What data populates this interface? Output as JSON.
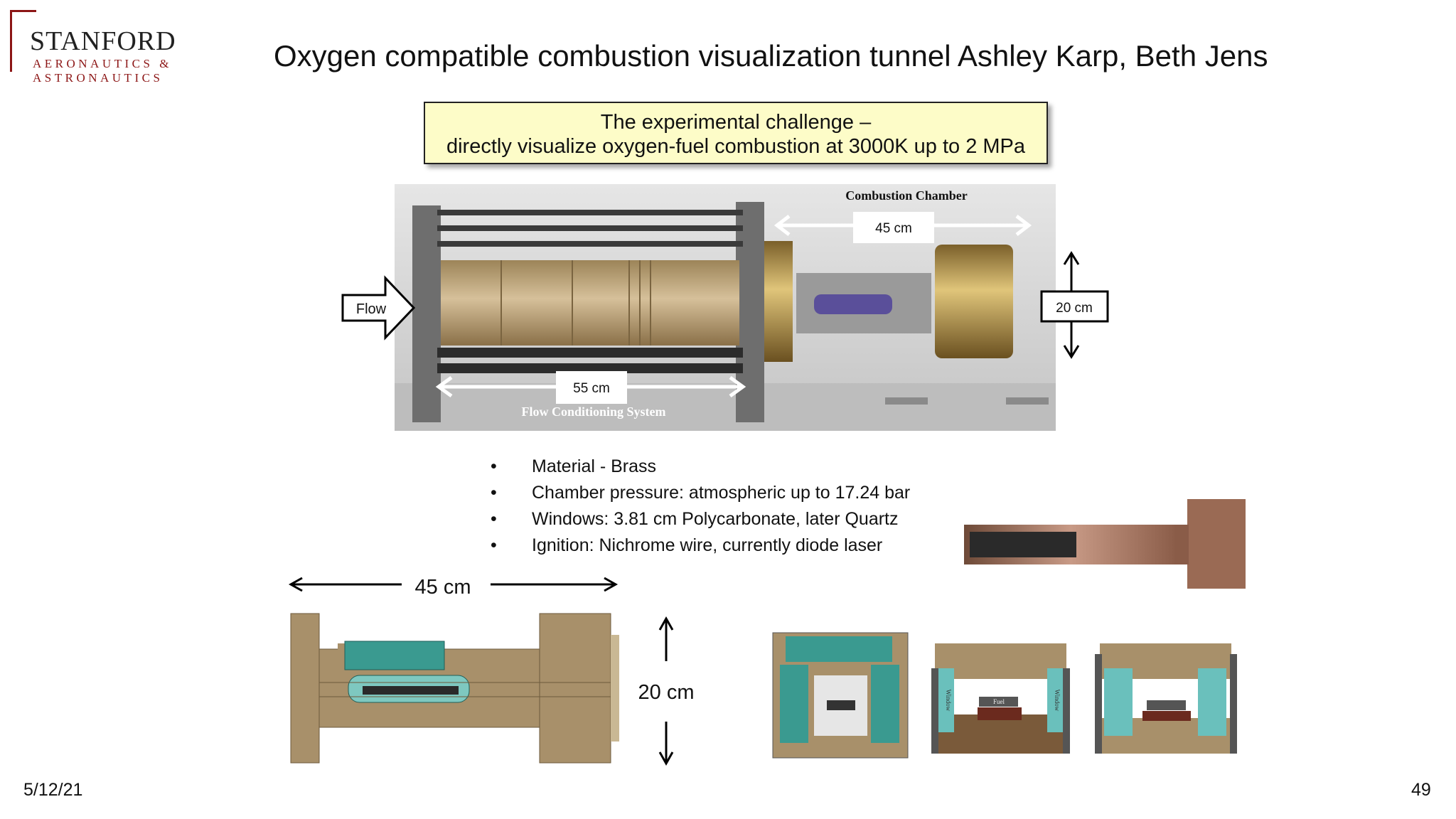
{
  "logo": {
    "main": "STANFORD",
    "sub1": "AERONAUTICS &",
    "sub2": "ASTRONAUTICS"
  },
  "title": "Oxygen compatible combustion visualization tunnel Ashley Karp, Beth Jens",
  "challenge": {
    "line1": "The experimental challenge –",
    "line2": "directly visualize oxygen-fuel combustion at 3000K up to 2 MPa"
  },
  "photo": {
    "combustion_chamber_label": "Combustion Chamber",
    "chamber_length": "45 cm",
    "flow_label": "Flow",
    "height_label": "20 cm",
    "conditioning_length": "55 cm",
    "flow_conditioning_label": "Flow Conditioning System"
  },
  "bullets": [
    "Material - Brass",
    "Chamber pressure: atmospheric up to 17.24 bar",
    "Windows: 3.81 cm Polycarbonate, later Quartz",
    "Ignition: Nichrome wire, currently diode laser"
  ],
  "bullet_marker": "•",
  "cad": {
    "length_label": "45 cm",
    "height_label": "20 cm",
    "window_label": "Window",
    "fuel_label": "Fuel"
  },
  "footer": {
    "date": "5/12/21",
    "page": "49"
  },
  "colors": {
    "stanford_red": "#8c1515",
    "brass": "#b39a6c",
    "cad_tan": "#a8906a",
    "cad_teal": "#3a9a90",
    "cad_brown": "#6b4a2e",
    "challenge_bg": "#fdfcc8"
  }
}
